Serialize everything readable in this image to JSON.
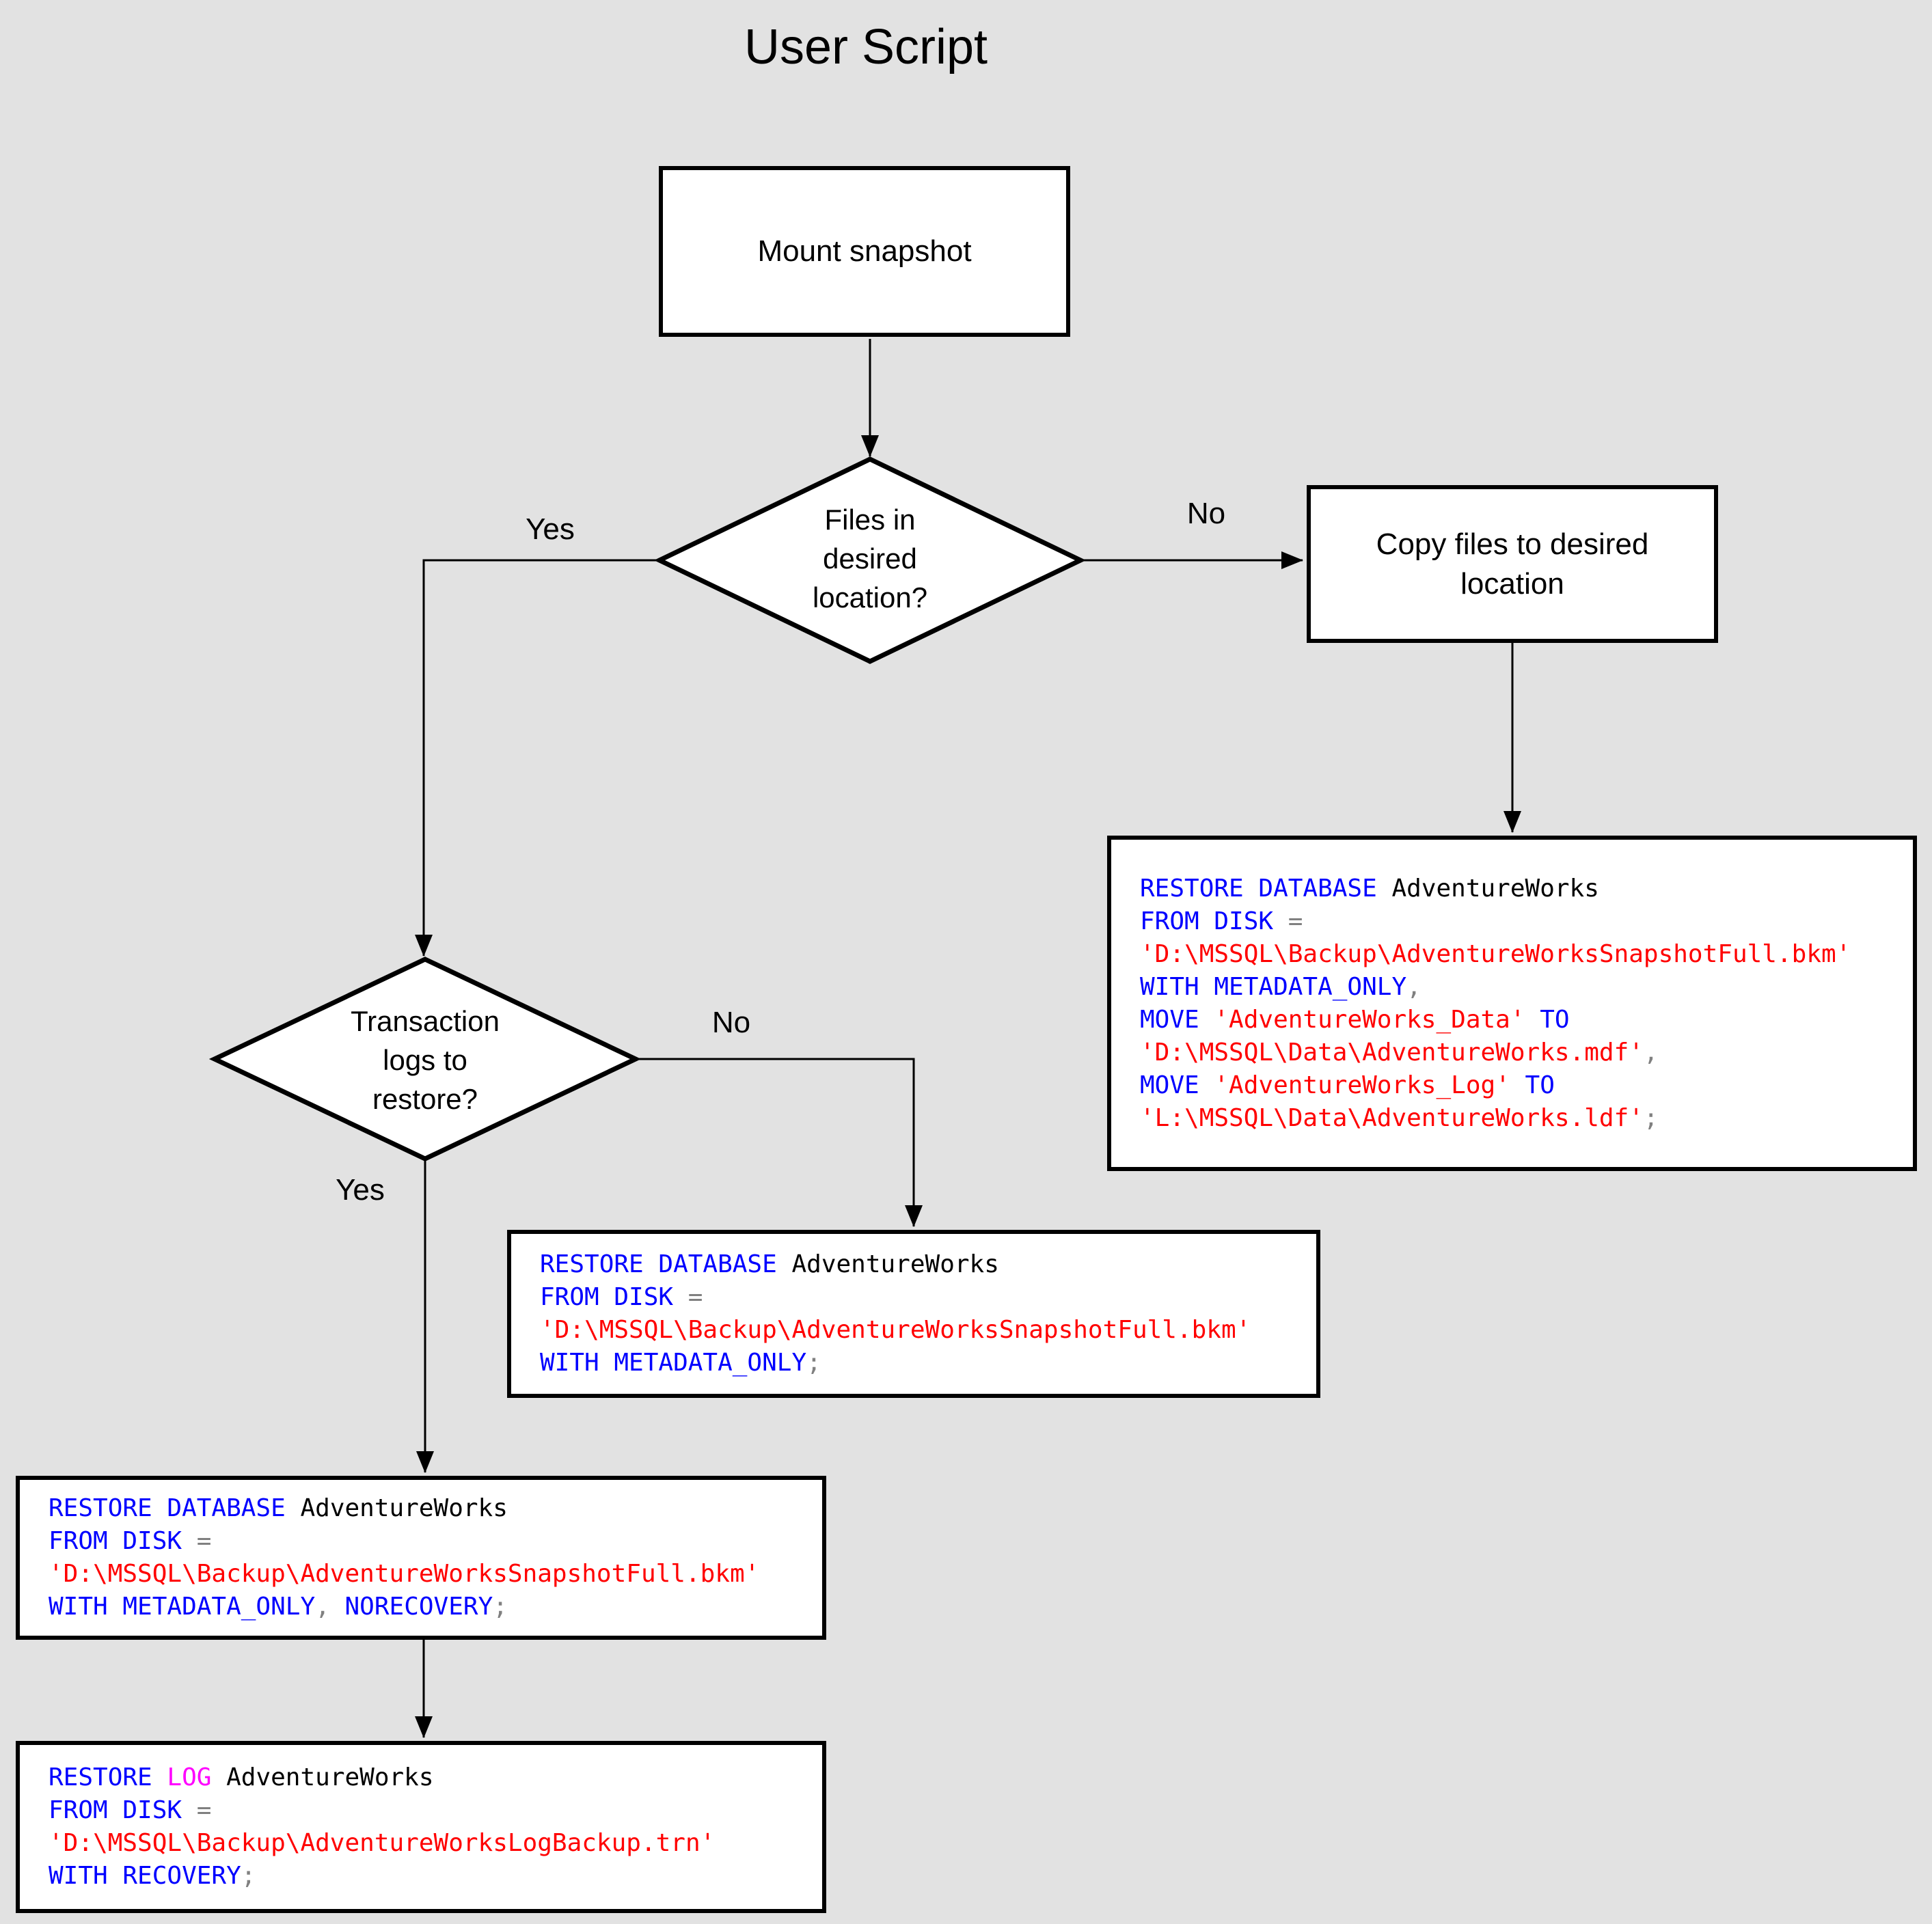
{
  "title": "User Script",
  "colors": {
    "background": "#E2E2E2",
    "shape_fill": "#FFFFFF",
    "shape_border": "#000000",
    "sql_keyword": "#0000FF",
    "sql_string": "#FF0000",
    "sql_operator": "#808080",
    "sql_log_keyword": "#FF00FF",
    "sql_identifier": "#000000"
  },
  "nodes": {
    "mount": {
      "label": "Mount snapshot"
    },
    "files_decision": {
      "line1": "Files in",
      "line2": "desired",
      "line3": "location?"
    },
    "copy": {
      "label": "Copy files to desired location"
    },
    "logs_decision": {
      "line1": "Transaction",
      "line2": "logs to",
      "line3": "restore?"
    }
  },
  "edge_labels": {
    "files_yes": "Yes",
    "files_no": "No",
    "logs_yes": "Yes",
    "logs_no": "No"
  },
  "code_boxes": {
    "copy_restore": {
      "l1": [
        "RESTORE DATABASE ",
        "AdventureWorks"
      ],
      "l2": [
        "FROM DISK ",
        "="
      ],
      "l3": [
        "'D:\\MSSQL\\Backup\\AdventureWorksSnapshotFull.bkm'"
      ],
      "l4": [
        "WITH METADATA_ONLY",
        ","
      ],
      "l5": [
        "MOVE ",
        "'AdventureWorks_Data'",
        " TO"
      ],
      "l6": [
        "'D:\\MSSQL\\Data\\AdventureWorks.mdf'",
        ","
      ],
      "l7": [
        "MOVE ",
        "'AdventureWorks_Log'",
        " TO"
      ],
      "l8": [
        "'L:\\MSSQL\\Data\\AdventureWorks.ldf'",
        ";"
      ]
    },
    "metadata_only": {
      "l1": [
        "RESTORE DATABASE ",
        "AdventureWorks"
      ],
      "l2": [
        "FROM DISK ",
        "="
      ],
      "l3": [
        "'D:\\MSSQL\\Backup\\AdventureWorksSnapshotFull.bkm'"
      ],
      "l4": [
        "WITH METADATA_ONLY",
        ";"
      ]
    },
    "norecovery": {
      "l1": [
        "RESTORE DATABASE ",
        "AdventureWorks"
      ],
      "l2": [
        "FROM DISK ",
        "="
      ],
      "l3": [
        "'D:\\MSSQL\\Backup\\AdventureWorksSnapshotFull.bkm'"
      ],
      "l4": [
        "WITH METADATA_ONLY",
        ", ",
        "NORECOVERY",
        ";"
      ]
    },
    "log_restore": {
      "l1": [
        "RESTORE ",
        "LOG",
        " AdventureWorks"
      ],
      "l2": [
        "FROM DISK ",
        "="
      ],
      "l3": [
        "'D:\\MSSQL\\Backup\\AdventureWorksLogBackup.trn'"
      ],
      "l4": [
        "WITH RECOVERY",
        ";"
      ]
    }
  }
}
